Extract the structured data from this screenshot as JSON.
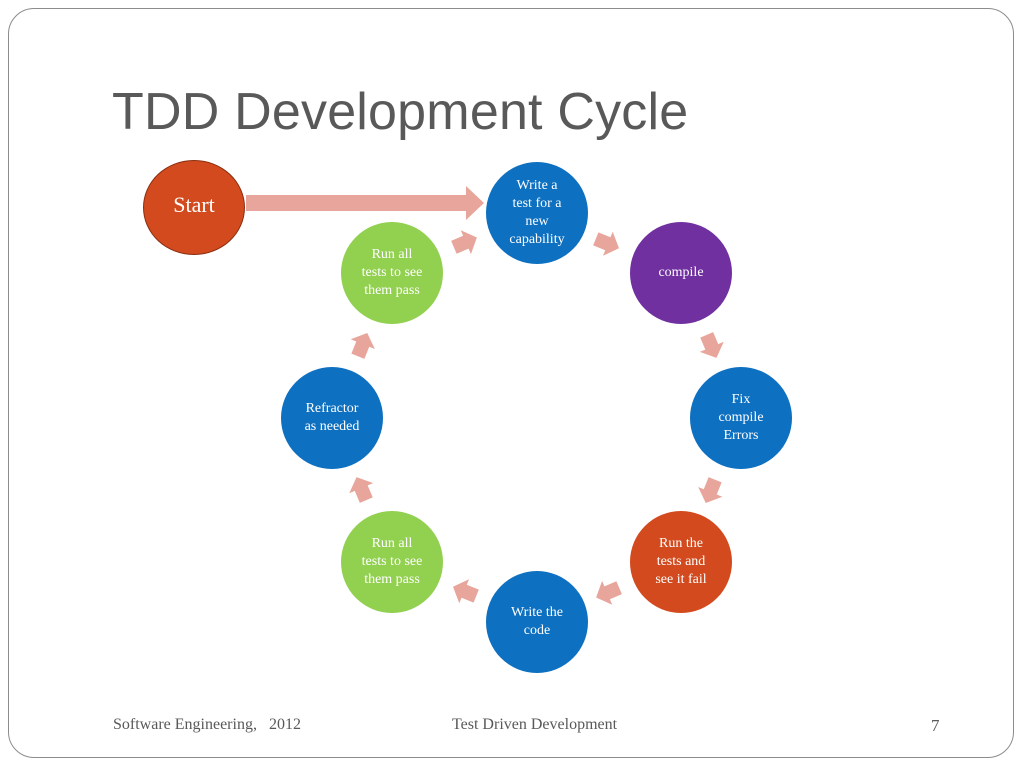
{
  "slide": {
    "title": "TDD Development Cycle"
  },
  "start": {
    "label": "Start",
    "color": "#d24a1d"
  },
  "cycle": [
    {
      "id": "write-test",
      "label": "Write a\ntest for a\nnew\ncapability",
      "color": "#0e70c0"
    },
    {
      "id": "compile",
      "label": "compile",
      "color": "#7030a0"
    },
    {
      "id": "fix-compile",
      "label": "Fix\ncompile\nErrors",
      "color": "#0e70c0"
    },
    {
      "id": "run-tests-fail",
      "label": "Run the\ntests and\nsee it fail",
      "color": "#d24a1d"
    },
    {
      "id": "write-code",
      "label": "Write the\ncode",
      "color": "#0e70c0"
    },
    {
      "id": "run-all-pass-1",
      "label": "Run all\ntests to see\nthem  pass",
      "color": "#92d050"
    },
    {
      "id": "refactor",
      "label": "Refractor\nas needed",
      "color": "#0e70c0"
    },
    {
      "id": "run-all-pass-2",
      "label": "Run all\ntests to see\nthem pass",
      "color": "#92d050"
    }
  ],
  "arrow_color": "#e8a59b",
  "footer": {
    "left": "Software Engineering,   2012",
    "center": "Test Driven Development",
    "page_number": "7"
  }
}
